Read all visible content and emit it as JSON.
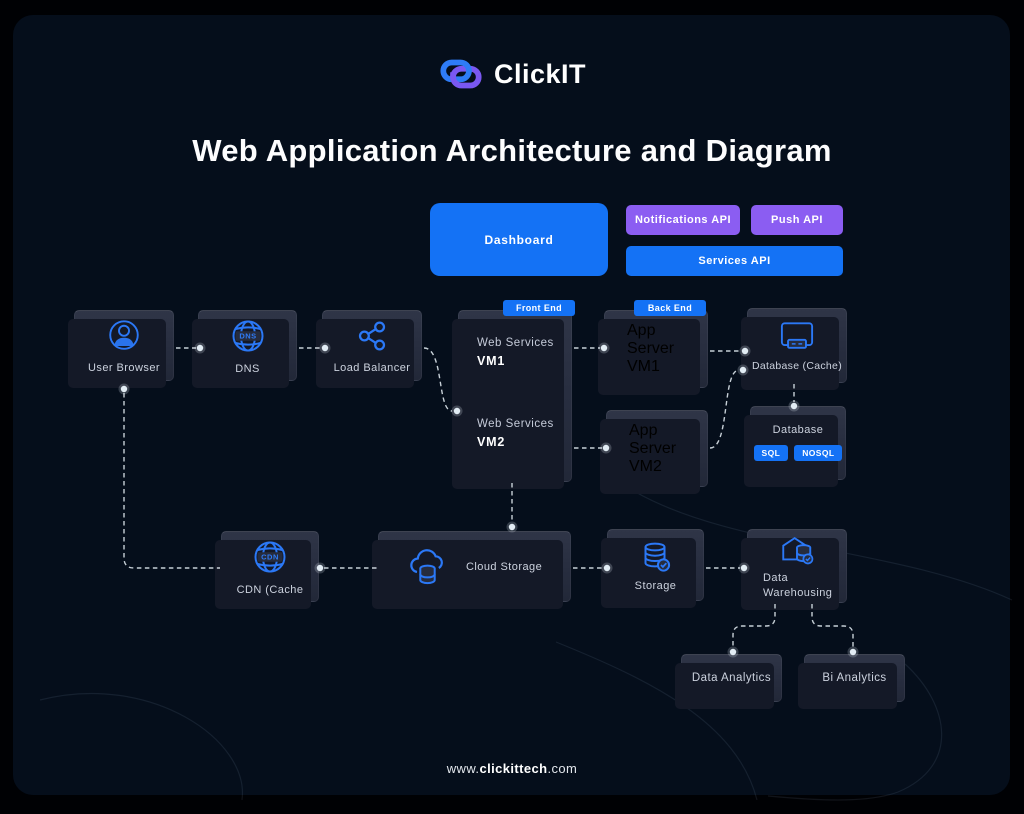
{
  "logo": {
    "text": "ClickIT"
  },
  "title": "Web Application Architecture and Diagram",
  "buttons": {
    "dashboard": "Dashboard",
    "notifications_api": "Notifications API",
    "push_api": "Push API",
    "services_api": "Services API"
  },
  "tags": {
    "front_end": "Front End",
    "back_end": "Back End"
  },
  "nodes": {
    "user_browser": {
      "label": "User Browser"
    },
    "dns": {
      "label": "DNS",
      "icon_text": "DNS"
    },
    "load_balancer": {
      "label": "Load Balancer"
    },
    "web_services": {
      "vm1_title": "Web Services",
      "vm1": "VM1",
      "vm2_title": "Web Services",
      "vm2": "VM2"
    },
    "app_server_vm1": {
      "title": "App Server",
      "vm": "VM1"
    },
    "app_server_vm2": {
      "title": "App Server",
      "vm": "VM2"
    },
    "database_cache": {
      "label": "Database (Cache)"
    },
    "database": {
      "label": "Database",
      "chips": [
        "SQL",
        "NOSQL"
      ]
    },
    "cdn_cache": {
      "label": "CDN (Cache",
      "icon_text": "CDN"
    },
    "cloud_storage": {
      "label": "Cloud Storage"
    },
    "storage": {
      "label": "Storage"
    },
    "data_warehousing": {
      "label": "Data Warehousing"
    },
    "data_analytics": {
      "label": "Data Analytics"
    },
    "bi_analytics": {
      "label": "Bi Analytics"
    }
  },
  "footer": {
    "prefix": "www.",
    "bold": "clickittech",
    "suffix": ".com"
  },
  "icons": {
    "logo": "chain-link-icon",
    "user_browser": "user-in-circle-icon",
    "dns": "globe-dns-icon",
    "load_balancer": "share-nodes-icon",
    "database_cache": "cache-card-icon",
    "cdn_cache": "globe-cdn-icon",
    "cloud_storage": "cloud-database-icon",
    "storage": "database-check-icon",
    "data_warehousing": "warehouse-database-icon"
  },
  "colors": {
    "accent_blue": "#1472F5",
    "accent_purple": "#8B5DF2",
    "icon_blue": "#2B78F6",
    "panel_bg": "#050E1B",
    "node_bg": "#2A3043"
  }
}
